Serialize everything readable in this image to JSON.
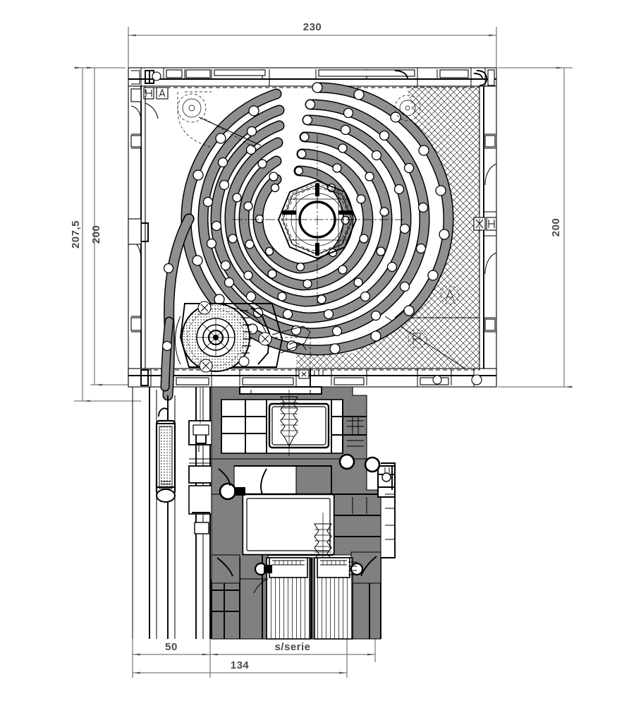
{
  "drawing": {
    "title": "Roller shutter box cross-section with PVC window profile",
    "type": "technical-drawing",
    "units": "mm",
    "line_color": "#000000",
    "dimension_color": "#4a4a4a",
    "slat_fill": "#8f8f8f",
    "background": "#ffffff"
  },
  "dimensions": {
    "top": {
      "label": "230",
      "orientation": "horizontal",
      "position": "top"
    },
    "left_outer": {
      "label": "207,5",
      "orientation": "vertical-rotated",
      "position": "left-outer"
    },
    "left_inner": {
      "label": "200",
      "orientation": "vertical-rotated",
      "position": "left-inner"
    },
    "right": {
      "label": "200",
      "orientation": "vertical-rotated",
      "position": "right"
    },
    "bottom_left": {
      "label": "50",
      "orientation": "horizontal",
      "position": "bottom-row-1-left"
    },
    "bottom_right": {
      "label": "s/serie",
      "orientation": "horizontal",
      "position": "bottom-row-1-right"
    },
    "bottom_total": {
      "label": "134",
      "orientation": "horizontal",
      "position": "bottom-row-2"
    }
  },
  "components": {
    "shutter_box": "shutter-box-housing",
    "shutter_coil": "rolled-shutter-slats",
    "octagonal_shaft": "octagonal-roller-shaft",
    "motor_gear": "motor-gear-assembly",
    "insulation": "cross-hatched-insulation-fill",
    "guide_rail": "shutter-guide-rail",
    "window_profile": "pvc-window-frame-profile",
    "glazing": "double-glazing-unit",
    "screws": "fixing-screws",
    "end_slat": "bottom-end-slat"
  }
}
